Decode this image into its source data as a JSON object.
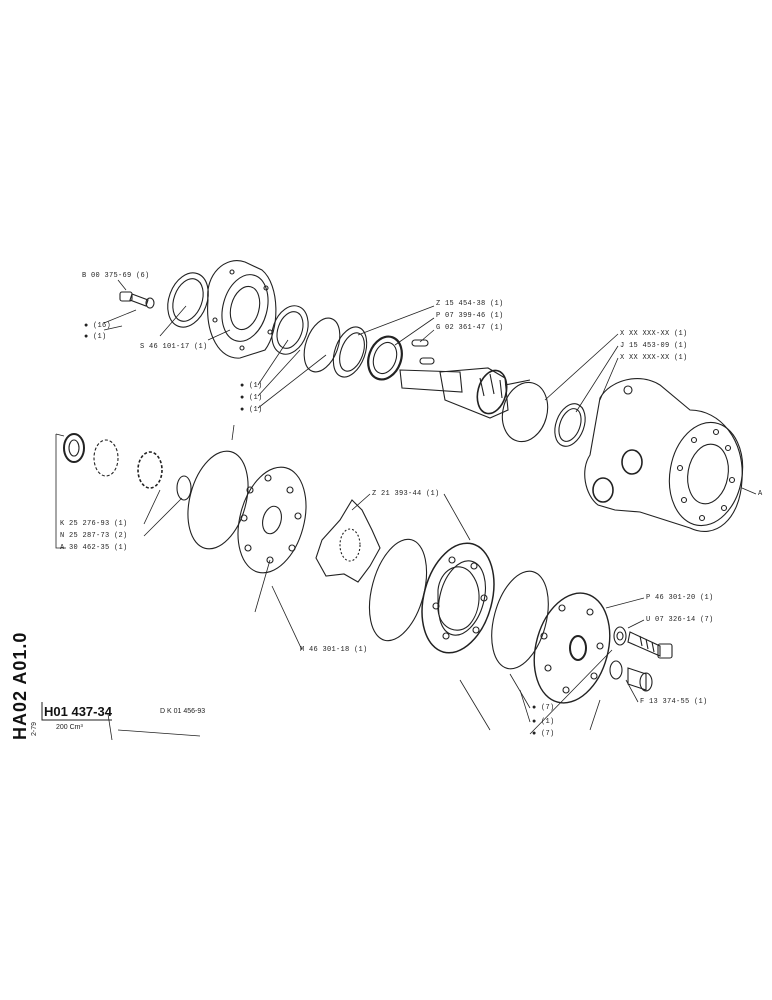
{
  "sheet": {
    "side_code": "HA02 A01.0",
    "part_number": "H01 437-34",
    "side_small": "2-79",
    "reference": "D K 01 456-93",
    "capacity": "200 Cm³"
  },
  "labels": {
    "b00375": "B 00 375-69 (6)",
    "bullet16": "● (16)",
    "bullet1a": "● (1)",
    "s46101": "S 46 101-17 (1)",
    "bullet1b": "● (1)",
    "bullet1c": "● (1)",
    "bullet1d": "● (1)",
    "z15454": "Z 15 454-38 (1)",
    "p07399": "P 07 399-46 (1)",
    "g02361": "G 02 361-47 (1)",
    "xxx1": "X XX XXX-XX (1)",
    "j15453": "J 15 453-09 (1)",
    "xxx2": "X XX XXX-XX (1)",
    "k25276": "K 25 276-93 (1)",
    "n25287": "N 25 287-73 (2)",
    "a30462": "A 30 462-35 (1)",
    "z21393": "Z 21 393-44 (1)",
    "m46301": "M 46 301-18 (1)",
    "p46301": "P 46 301-20 (1)",
    "u07326": "U 07 326-14 (7)",
    "f13374": "F 13 374-55 (1)",
    "bullet7a": "● (7)",
    "bullet1e": "● (1)",
    "bullet7b": "● (7)",
    "arrow_a": "A"
  }
}
